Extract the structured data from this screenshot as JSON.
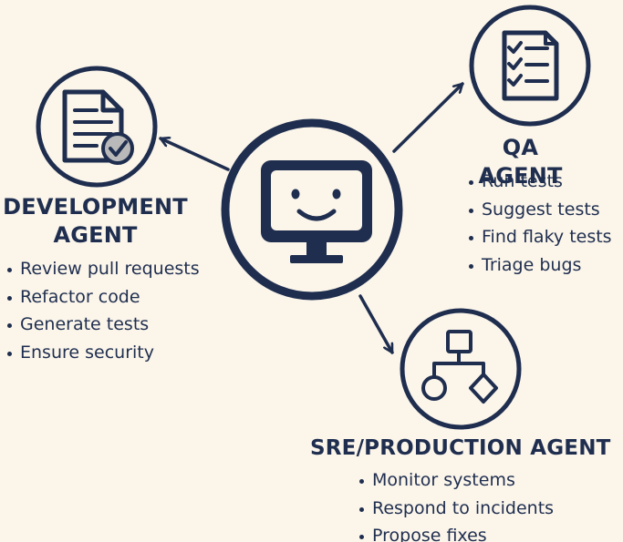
{
  "colors": {
    "background": "#fbf5ea",
    "ink": "#1f2e4f",
    "check_badge": "#b9b9b9"
  },
  "center": {
    "icon": "smiling-monitor-icon"
  },
  "development": {
    "icon": "document-check-icon",
    "title_line1": "DEVELOPMENT",
    "title_line2": "AGENT",
    "items": [
      "Review pull requests",
      "Refactor code",
      "Generate tests",
      "Ensure security"
    ]
  },
  "qa": {
    "icon": "checklist-icon",
    "title": "QA AGENT",
    "items": [
      "Run tests",
      "Suggest tests",
      "Find flaky tests",
      "Triage bugs"
    ]
  },
  "sre": {
    "icon": "flowchart-icon",
    "title": "SRE/PRODUCTION AGENT",
    "items": [
      "Monitor systems",
      "Respond to incidents",
      "Propose fixes"
    ]
  }
}
